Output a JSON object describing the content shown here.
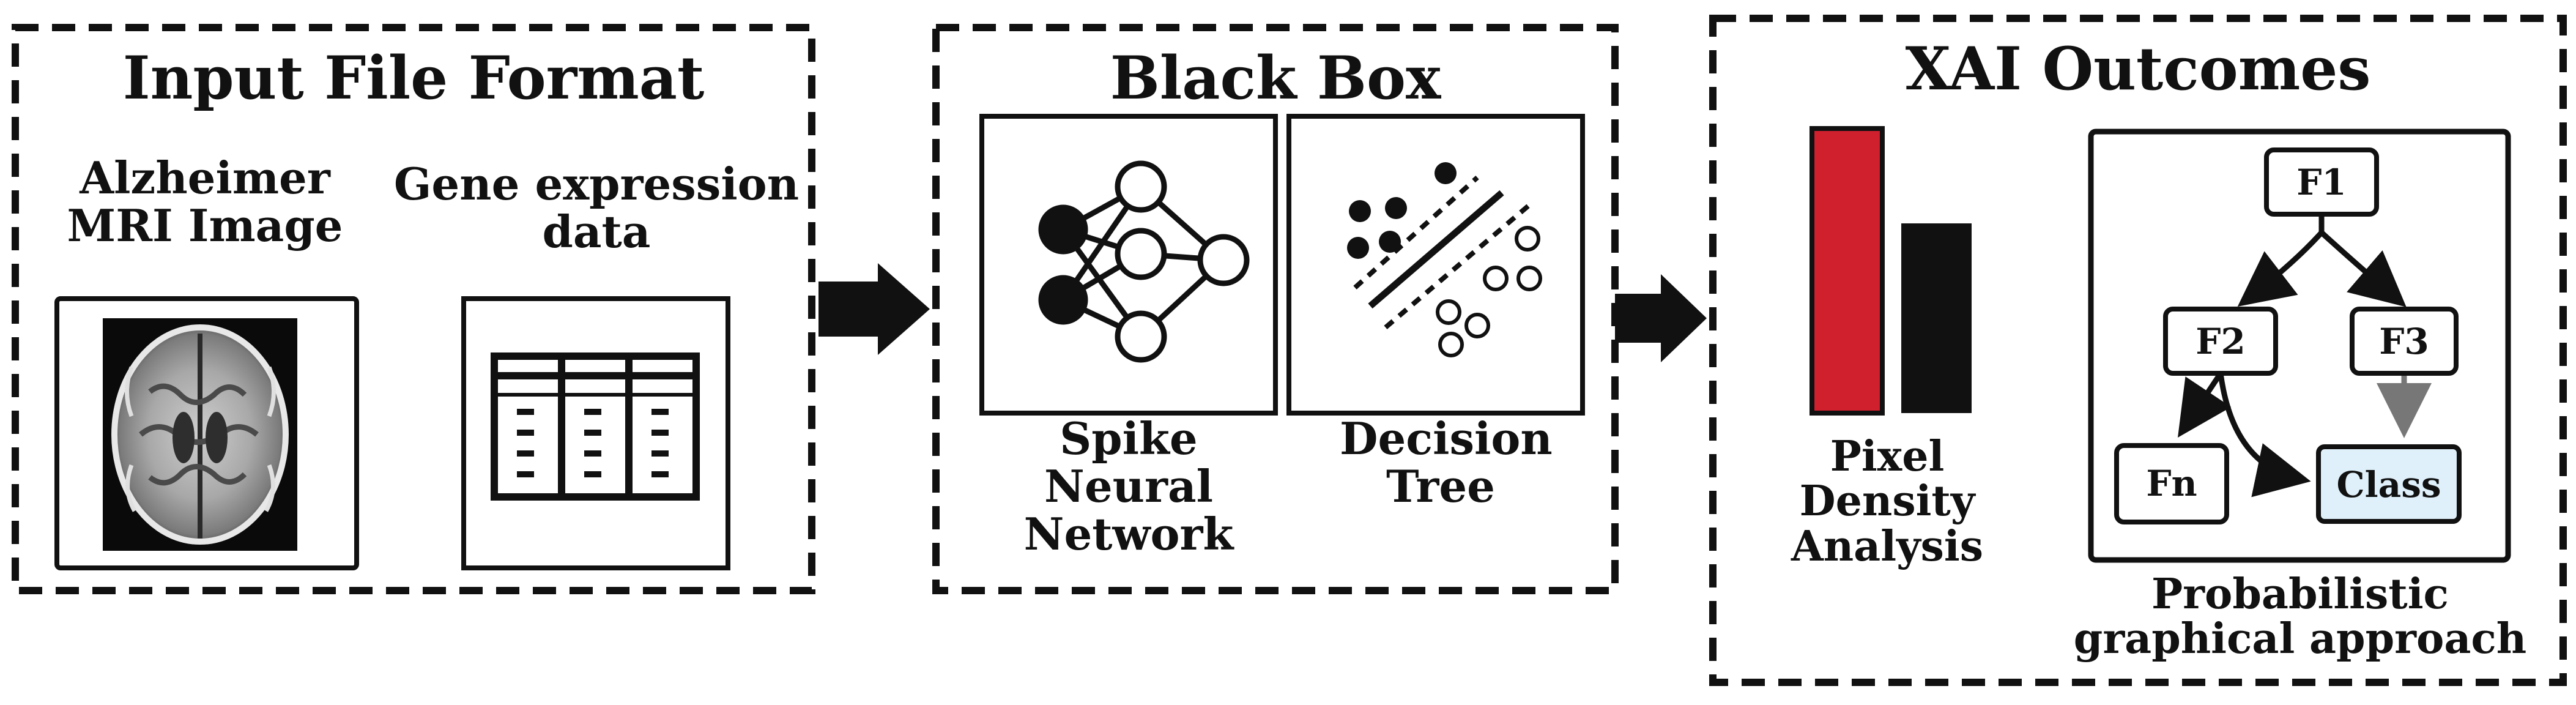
{
  "panels": {
    "input": {
      "title": "Input File Format",
      "mri_label": "Alzheimer MRI Image",
      "gene_label": "Gene expression data"
    },
    "blackbox": {
      "title": "Black Box",
      "snn_label": "Spike Neural Network",
      "dt_label": "Decision Tree"
    },
    "xai": {
      "title": "XAI Outcomes",
      "pixel_label": "Pixel Density Analysis",
      "pgm_label": "Probabilistic graphical approach",
      "nodes": {
        "f1": "F1",
        "f2": "F2",
        "f3": "F3",
        "fn": "Fn",
        "class": "Class"
      }
    }
  },
  "colors": {
    "bar_red": "#d0202e",
    "bar_black": "#111111",
    "class_fill": "#dff0fa",
    "arrow": "#111111",
    "gray_arrow": "#777777"
  },
  "icons": {
    "mri": "brain-mri-image",
    "gene": "table-icon",
    "snn": "neural-network-icon",
    "dt": "decision-boundary-icon"
  }
}
